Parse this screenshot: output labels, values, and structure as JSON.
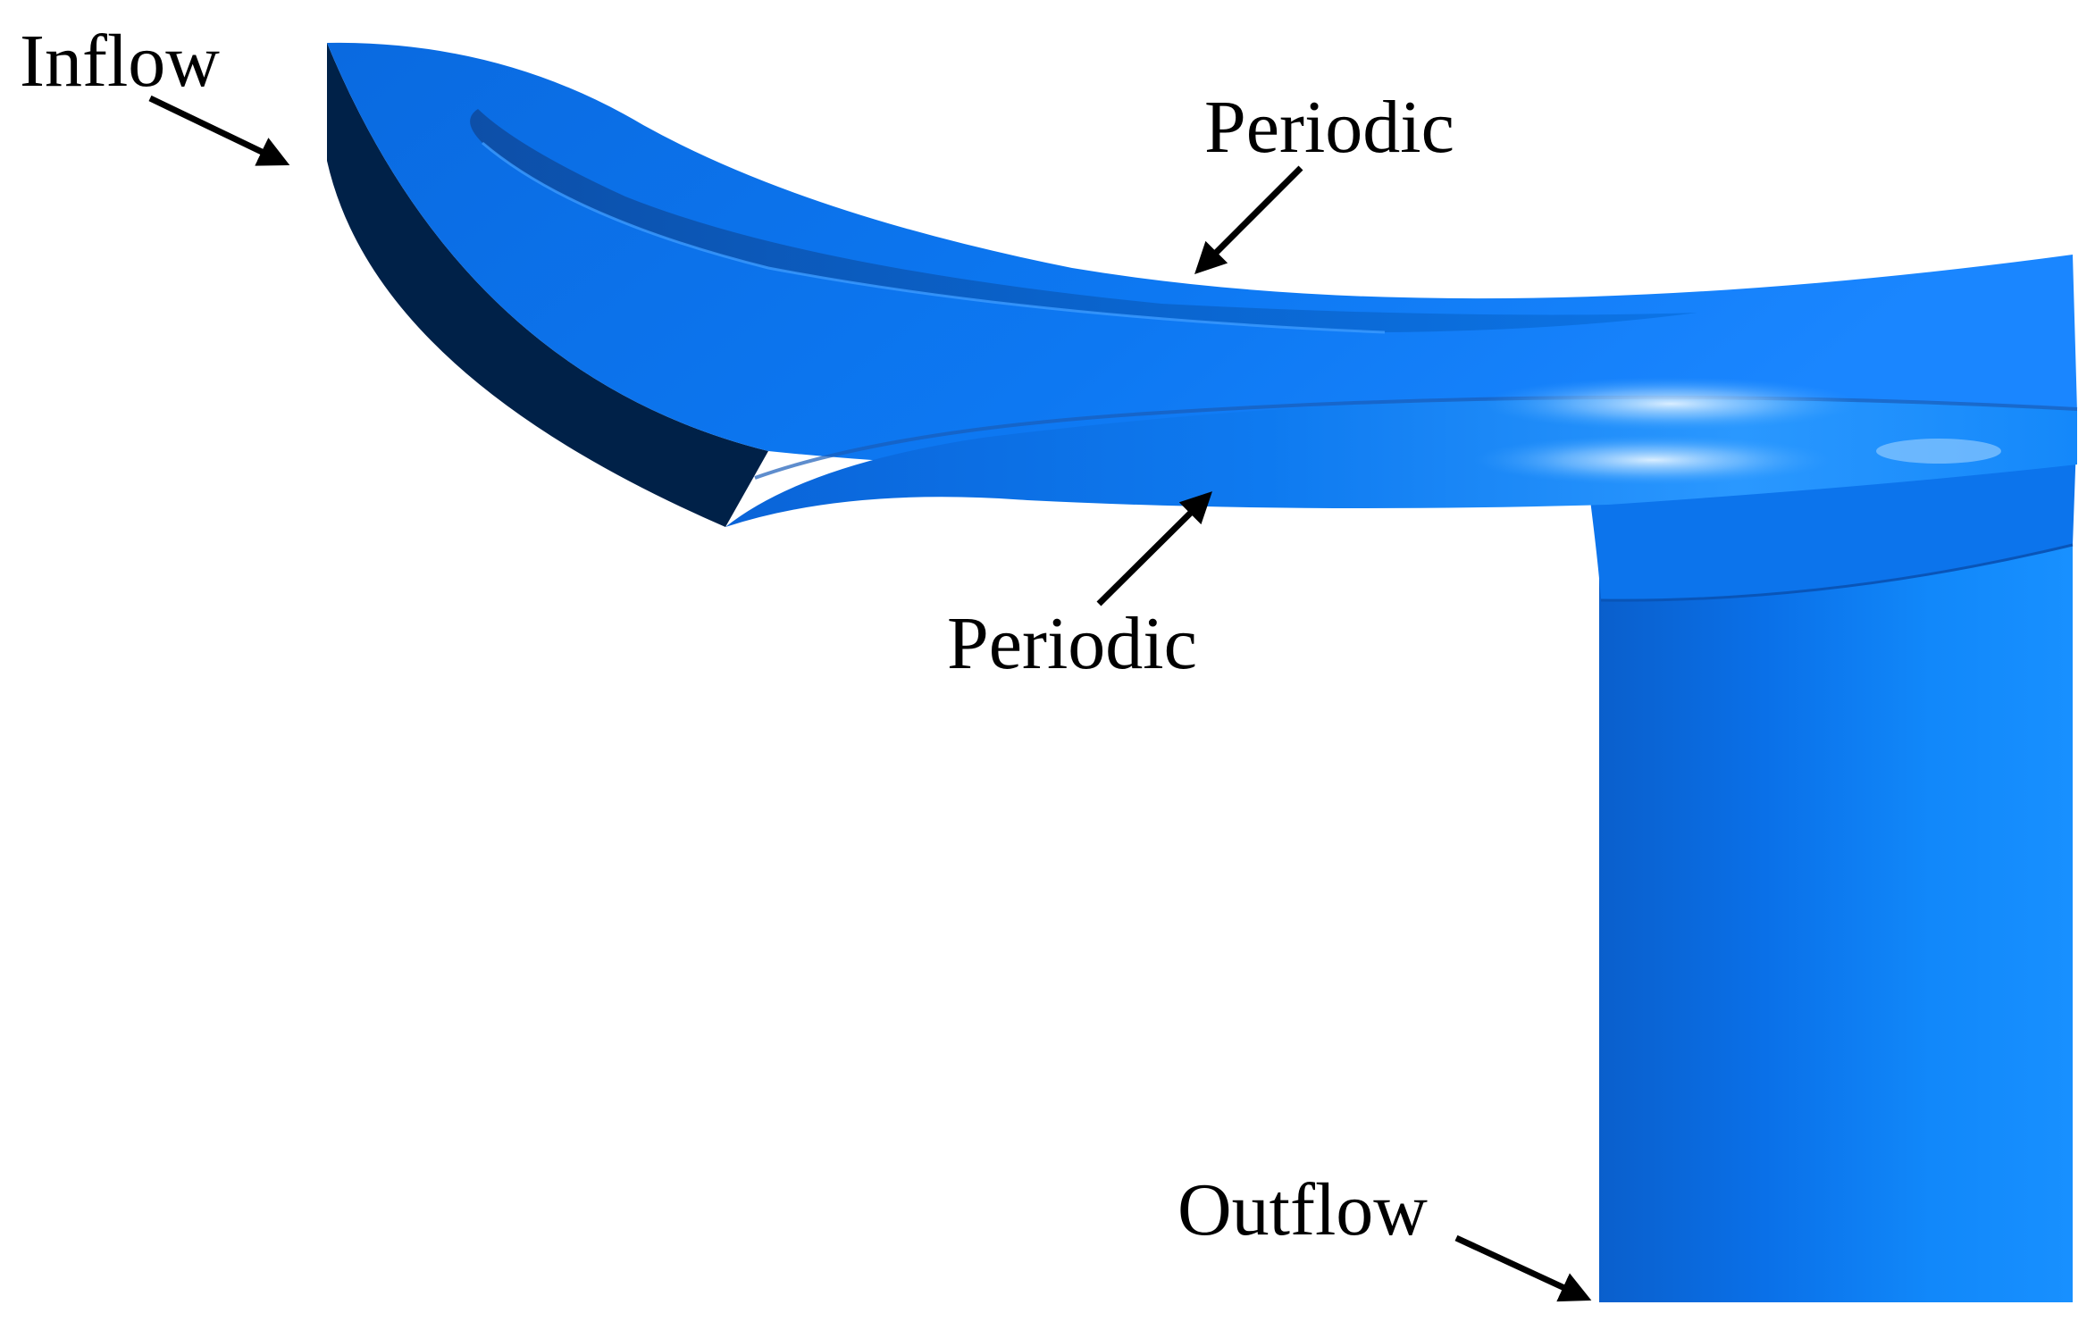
{
  "labels": {
    "inflow": "Inflow",
    "periodic_top": "Periodic",
    "periodic_bottom": "Periodic",
    "outflow": "Outflow"
  },
  "colors": {
    "surface": "#0a6fe8",
    "surface_light": "#1e8cff",
    "surface_dark": "#002148",
    "highlight": "#d7ecff",
    "arrow": "#000000",
    "background": "#ffffff"
  }
}
